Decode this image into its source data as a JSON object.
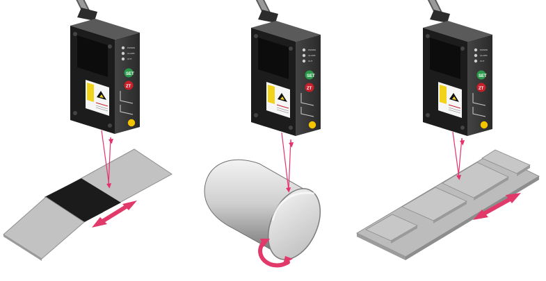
{
  "figure": {
    "panels": [
      {
        "target": "flat strip with dark band",
        "motion": "linear"
      },
      {
        "target": "cylinder",
        "motion": "rotation"
      },
      {
        "target": "stepped plates",
        "motion": "linear"
      }
    ],
    "sensor": {
      "indicator_labels": [
        "POWER",
        "ALARM",
        "OUT"
      ],
      "buttons": [
        {
          "label": "SET",
          "color": "#2a9a4a"
        },
        {
          "label": "ZT",
          "color": "#c8202a"
        }
      ],
      "icons": [
        "laser-warning-icon",
        "teach-button-icon"
      ]
    },
    "colors": {
      "laser": "#e6306a",
      "motion_arrow": "#e13a6a",
      "sensor_body": "#3b3b3b",
      "sensor_front": "#141414",
      "target_light": "#c2c2c2",
      "target_dark": "#1b1b1b",
      "warning_label": "#f1d21c",
      "teach_button": "#f4c400"
    }
  }
}
